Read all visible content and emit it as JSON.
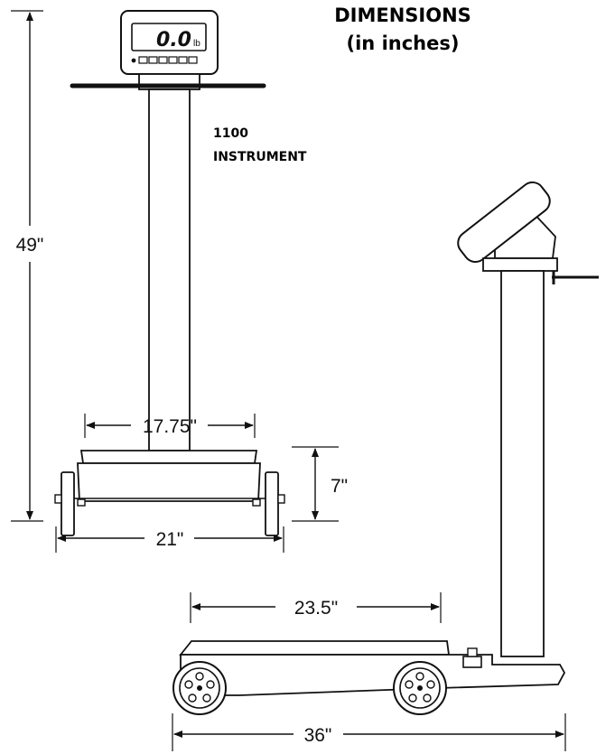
{
  "heading": {
    "line1": "DIMENSIONS",
    "line2": "(in inches)"
  },
  "instrument": {
    "model": "1100",
    "name": "INSTRUMENT"
  },
  "display": {
    "reading": "0.0",
    "unit": "lb"
  },
  "dimensions": {
    "height": "49\"",
    "base_depth_top": "17.75\"",
    "base_height": "7\"",
    "overall_width": "21\"",
    "platform_length": "23.5\"",
    "overall_length": "36\""
  },
  "colors": {
    "line": "#111111",
    "fill": "#ffffff"
  }
}
